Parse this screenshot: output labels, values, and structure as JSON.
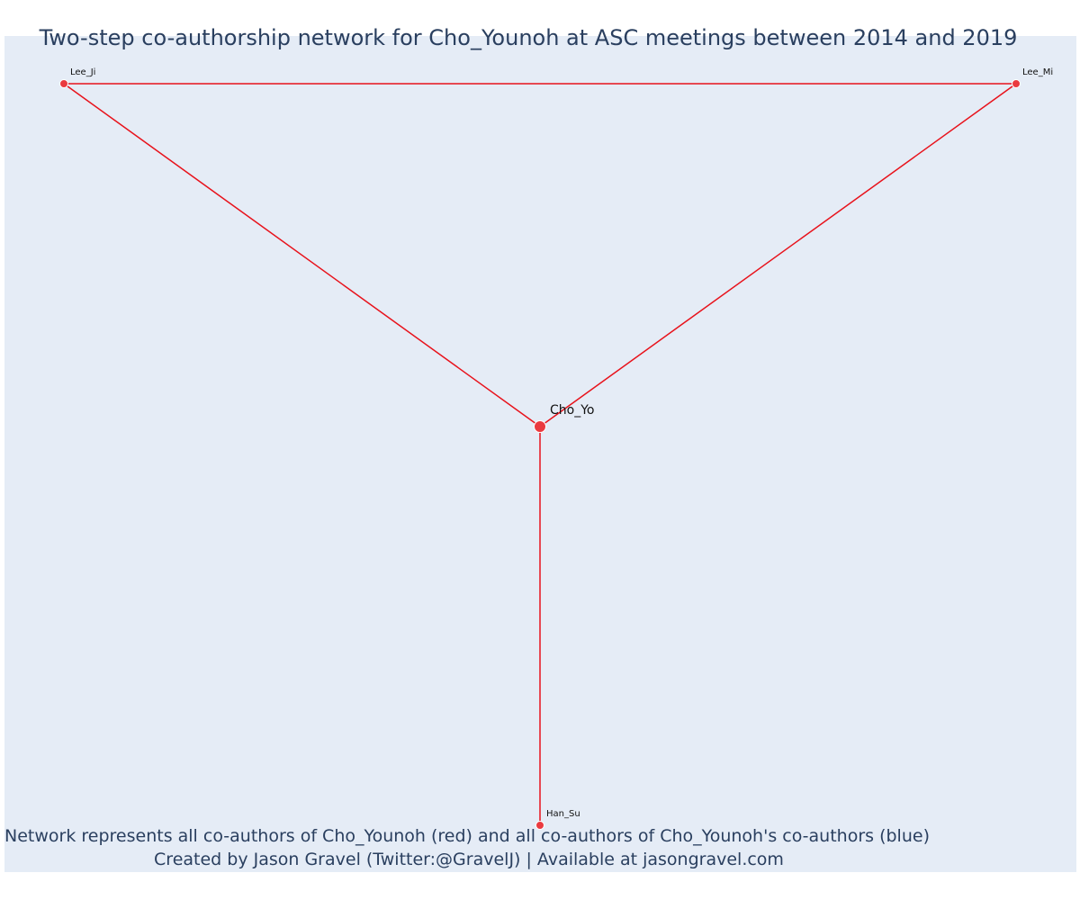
{
  "title": "Two-step co-authorship network for Cho_Younoh at ASC meetings between 2014 and 2019",
  "footer": {
    "line1": "Network represents all co-authors of Cho_Younoh (red) and all co-authors of Cho_Younoh's co-authors (blue)",
    "line2": "Created by Jason Gravel (Twitter:@GravelJ) | Available at jasongravel.com"
  },
  "colors": {
    "background": "#e5ecf6",
    "edge": "#e8121b",
    "node": "#ea3a3f",
    "text": "#2a3f5f"
  },
  "network": {
    "nodes": [
      {
        "id": "Cho_Yo",
        "label": "Cho_Yo",
        "role": "focal"
      },
      {
        "id": "Lee_Ji",
        "label": "Lee_Ji",
        "role": "co-author"
      },
      {
        "id": "Lee_Mi",
        "label": "Lee_Mi",
        "role": "co-author"
      },
      {
        "id": "Han_Su",
        "label": "Han_Su",
        "role": "co-author"
      }
    ],
    "edges": [
      {
        "source": "Lee_Ji",
        "target": "Lee_Mi"
      },
      {
        "source": "Lee_Ji",
        "target": "Cho_Yo"
      },
      {
        "source": "Lee_Mi",
        "target": "Cho_Yo"
      },
      {
        "source": "Cho_Yo",
        "target": "Han_Su"
      }
    ]
  }
}
